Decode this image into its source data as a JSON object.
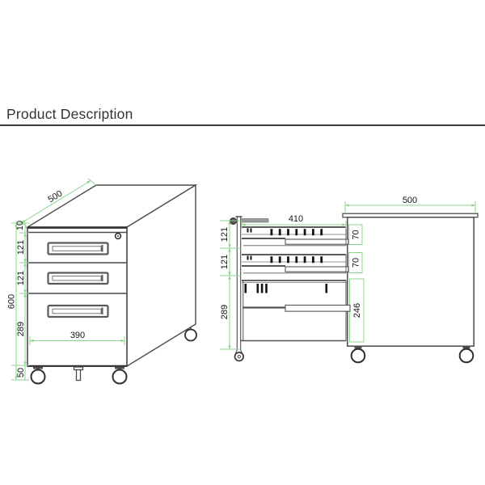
{
  "header": {
    "title": "Product Description"
  },
  "drawing": {
    "isometric_view": {
      "depth": "500",
      "top_panel_thickness": "10",
      "drawer_heights": [
        "121",
        "121",
        "289"
      ],
      "overall_height": "600",
      "caster_height": "50",
      "front_width": "390"
    },
    "section_view": {
      "interior_depth": "410",
      "drawer_pitches": [
        "121",
        "121",
        "289"
      ],
      "drawer_box_heights": [
        "70",
        "70",
        "246"
      ]
    },
    "side_view": {
      "depth": "500"
    }
  },
  "colors": {
    "dimension_green": "#8CD38C",
    "drawing_line": "#4d4d4d",
    "label_text": "#151515"
  }
}
